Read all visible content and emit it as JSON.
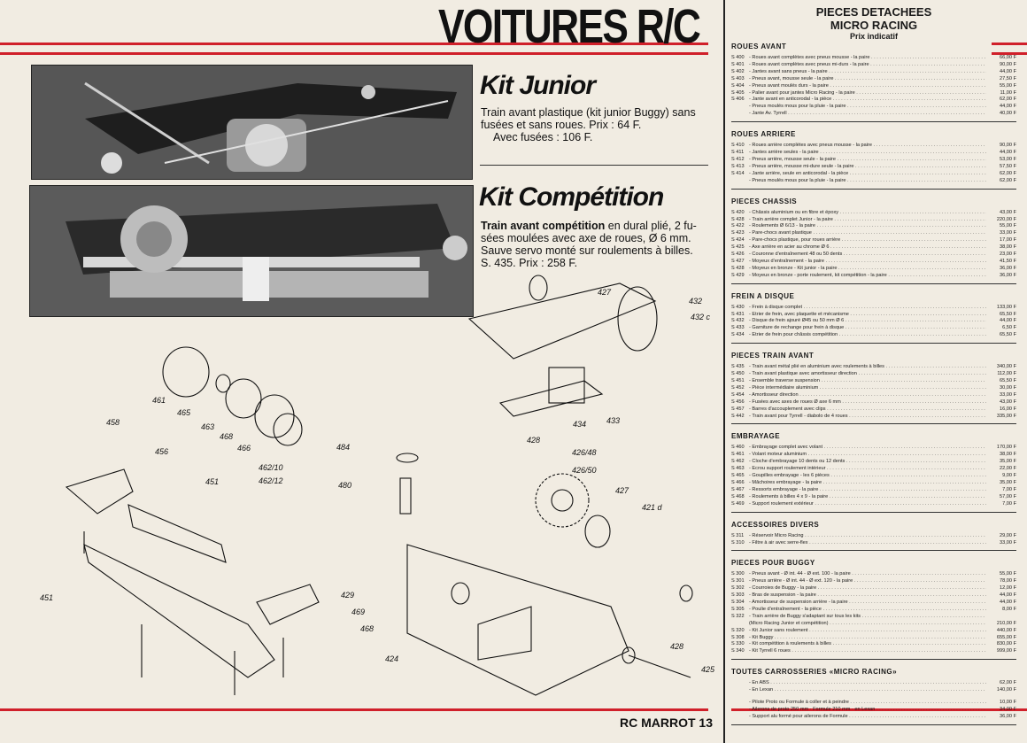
{
  "header": {
    "title": "VOITURES R/C"
  },
  "kit_junior": {
    "title": "Kit Junior",
    "line1": "Train avant plastique (kit junior Buggy) sans",
    "line2": "fusées et sans roues. Prix : 64 F.",
    "line3": "Avec fusées  : 106 F."
  },
  "kit_competition": {
    "title": "Kit Compétition",
    "lead": "Train avant compétition",
    "line1_rest": " en dural plié, 2 fu-",
    "line2": "sées moulées avec axe de roues, Ø 6 mm.",
    "line3": "Sauve servo monté sur roulements à billes.",
    "line4": "S. 435. Prix : 258 F."
  },
  "diagram_labels": [
    {
      "text": "427"
    },
    {
      "text": "432"
    },
    {
      "text": "432 c"
    },
    {
      "text": "461"
    },
    {
      "text": "465"
    },
    {
      "text": "463"
    },
    {
      "text": "468"
    },
    {
      "text": "466"
    },
    {
      "text": "462/10"
    },
    {
      "text": "462/12"
    },
    {
      "text": "458"
    },
    {
      "text": "456"
    },
    {
      "text": "451"
    },
    {
      "text": "451"
    },
    {
      "text": "484"
    },
    {
      "text": "480"
    },
    {
      "text": "428"
    },
    {
      "text": "426/48"
    },
    {
      "text": "426/50"
    },
    {
      "text": "427"
    },
    {
      "text": "421 d"
    },
    {
      "text": "434"
    },
    {
      "text": "433"
    },
    {
      "text": "429"
    },
    {
      "text": "469"
    },
    {
      "text": "468"
    },
    {
      "text": "424"
    },
    {
      "text": "428"
    },
    {
      "text": "425"
    }
  ],
  "footer": {
    "page": "RC MARROT 13"
  },
  "price_list": {
    "title1": "PIECES DETACHEES",
    "title2": "MICRO RACING",
    "subtitle": "Prix indicatif",
    "sections": [
      {
        "heading": "ROUES AVANT",
        "items": [
          {
            "ref": "S 400",
            "desc": "- Roues avant complètes avec pneus mousse - la paire",
            "price": "66,00 F"
          },
          {
            "ref": "S 401",
            "desc": "- Roues avant complètes avec pneus mi-durs - la paire",
            "price": "90,00 F"
          },
          {
            "ref": "S 402",
            "desc": "- Jantes avant sans pneus - la paire",
            "price": "44,00 F"
          },
          {
            "ref": "S 403",
            "desc": "- Pneus avant, mousse seule - la paire",
            "price": "27,50 F"
          },
          {
            "ref": "S 404",
            "desc": "- Pneus avant moulés durs - la paire",
            "price": "55,00 F"
          },
          {
            "ref": "S 405",
            "desc": "- Palier avant pour jantes Micro Racing - la paire",
            "price": "11,00 F"
          },
          {
            "ref": "S 406",
            "desc": "- Jante avant en anticorodal - la pièce",
            "price": "62,00 F"
          },
          {
            "ref": "",
            "desc": "- Pneus moulés mous pour la pluie - la paire",
            "price": "44,00 F"
          },
          {
            "ref": "",
            "desc": "- Jante Av. Tyrrell",
            "price": "40,00 F"
          }
        ]
      },
      {
        "heading": "ROUES ARRIERE",
        "items": [
          {
            "ref": "S 410",
            "desc": "- Roues arrière complètes avec pneus mousse - la paire",
            "price": "90,00 F"
          },
          {
            "ref": "S 411",
            "desc": "- Jantes arrière seules - la paire",
            "price": "44,00 F"
          },
          {
            "ref": "S 412",
            "desc": "- Pneus arrière, mousse seule - la paire",
            "price": "53,00 F"
          },
          {
            "ref": "S 413",
            "desc": "- Pneus arrière, mousse mi-dure seule - la paire",
            "price": "57,50 F"
          },
          {
            "ref": "S 414",
            "desc": "- Jante arrière, seule en anticorodal - la pièce",
            "price": "62,00 F"
          },
          {
            "ref": "",
            "desc": "- Pneus moulés mous pour la pluie - la paire",
            "price": "62,00 F"
          }
        ]
      },
      {
        "heading": "PIECES CHASSIS",
        "items": [
          {
            "ref": "S 420",
            "desc": "- Châssis aluminium ou en fibre et époxy",
            "price": "43,00 F"
          },
          {
            "ref": "S 428",
            "desc": "- Train arrière complet Junior - la paire",
            "price": "220,00 F"
          },
          {
            "ref": "S 422",
            "desc": "- Roulements Ø 6/13 - la paire",
            "price": "55,00 F"
          },
          {
            "ref": "S 423",
            "desc": "- Pare-chocs avant plastique",
            "price": "33,00 F"
          },
          {
            "ref": "S 424",
            "desc": "- Pare-chocs plastique, pour roues arrière",
            "price": "17,00 F"
          },
          {
            "ref": "S 425",
            "desc": "- Axe arrière en acier au chrome Ø 6",
            "price": "38,00 F"
          },
          {
            "ref": "S 426",
            "desc": "- Couronne d'entraînement 48 ou 50 dents",
            "price": "23,00 F"
          },
          {
            "ref": "S 427",
            "desc": "- Moyeux d'entraînement - la paire",
            "price": "41,50 F"
          },
          {
            "ref": "S 428",
            "desc": "- Moyeux en bronze - Kit junior - la paire",
            "price": "36,00 F"
          },
          {
            "ref": "S 429",
            "desc": "- Moyeux en bronze - porte roulement, kit compétition - la paire",
            "price": "36,00 F"
          }
        ]
      },
      {
        "heading": "FREIN A DISQUE",
        "items": [
          {
            "ref": "S 430",
            "desc": "- Frein à disque complet",
            "price": "133,00 F"
          },
          {
            "ref": "S 431",
            "desc": "- Etrier de frein, avec plaquette et mécanisme",
            "price": "65,50 F"
          },
          {
            "ref": "S 432",
            "desc": "- Disque de frein ajouré Ø45 ou 50 mm Ø 6",
            "price": "44,00 F"
          },
          {
            "ref": "S 433",
            "desc": "- Garniture de rechange pour frein à disque",
            "price": "6,50 F"
          },
          {
            "ref": "S 434",
            "desc": "- Etrier de frein pour châssis compétition",
            "price": "65,50 F"
          }
        ]
      },
      {
        "heading": "PIECES TRAIN AVANT",
        "items": [
          {
            "ref": "S 435",
            "desc": "- Train avant métal plié en aluminium avec roulements à billes",
            "price": "340,00 F"
          },
          {
            "ref": "S 450",
            "desc": "- Train avant plastique avec amortisseur direction",
            "price": "112,00 F"
          },
          {
            "ref": "S 451",
            "desc": "- Ensemble traverse suspension",
            "price": "65,50 F"
          },
          {
            "ref": "S 452",
            "desc": "- Pièce intermédiaire aluminium",
            "price": "30,00 F"
          },
          {
            "ref": "S 454",
            "desc": "- Amortisseur direction",
            "price": "33,00 F"
          },
          {
            "ref": "S 456",
            "desc": "- Fusées avec axes de roues Ø axe 6 mm",
            "price": "43,00 F"
          },
          {
            "ref": "S 457",
            "desc": "- Barres d'accouplement avec clips",
            "price": "16,00 F"
          },
          {
            "ref": "S 442",
            "desc": "- Train avant pour Tyrrell - diabolo de 4 roues",
            "price": "335,00 F"
          }
        ]
      },
      {
        "heading": "EMBRAYAGE",
        "items": [
          {
            "ref": "S 460",
            "desc": "- Embrayage complet avec volant",
            "price": "170,00 F"
          },
          {
            "ref": "S 461",
            "desc": "- Volant moteur aluminium",
            "price": "38,00 F"
          },
          {
            "ref": "S 462",
            "desc": "- Cloche d'embrayage 10 dents ou 12 dents",
            "price": "35,00 F"
          },
          {
            "ref": "S 463",
            "desc": "- Ecrou support roulement intérieur",
            "price": "22,00 F"
          },
          {
            "ref": "S 465",
            "desc": "- Goupilles embrayage - les 6 pièces",
            "price": "9,00 F"
          },
          {
            "ref": "S 466",
            "desc": "- Mâchoires embrayage - la paire",
            "price": "35,00 F"
          },
          {
            "ref": "S 467",
            "desc": "- Ressorts embrayage - la paire",
            "price": "7,00 F"
          },
          {
            "ref": "S 468",
            "desc": "- Roulements à billes 4 x 9 - la paire",
            "price": "57,00 F"
          },
          {
            "ref": "S 469",
            "desc": "- Support roulement extérieur",
            "price": "7,00 F"
          }
        ]
      },
      {
        "heading": "ACCESSOIRES DIVERS",
        "items": [
          {
            "ref": "S 311",
            "desc": "- Réservoir Micro Racing",
            "price": "29,00 F"
          },
          {
            "ref": "S 310",
            "desc": "- Filtre à air avec serre-flex",
            "price": "33,00 F"
          }
        ]
      },
      {
        "heading": "PIECES POUR BUGGY",
        "items": [
          {
            "ref": "S 300",
            "desc": "- Pneus avant - Ø int. 44 - Ø ext. 100 - la paire",
            "price": "55,00 F"
          },
          {
            "ref": "S 301",
            "desc": "- Pneus arrière - Ø int. 44 - Ø ext. 120 - la paire",
            "price": "78,00 F"
          },
          {
            "ref": "S 302",
            "desc": "- Courroies de Buggy - la paire",
            "price": "12,00 F"
          },
          {
            "ref": "S 303",
            "desc": "- Bras de suspension - la paire",
            "price": "44,00 F"
          },
          {
            "ref": "S 304",
            "desc": "- Amortisseur de suspension arrière - la paire",
            "price": "44,00 F"
          },
          {
            "ref": "S 305",
            "desc": "- Poulie d'entraînement - la pièce",
            "price": "8,00 F"
          },
          {
            "ref": "S 322",
            "desc": "- Train arrière de Buggy s'adaptant sur tous les kits",
            "price": ""
          },
          {
            "ref": "",
            "desc": "(Micro Racing Junior et compétition)",
            "price": "210,00 F"
          },
          {
            "ref": "S 320",
            "desc": "- Kit Junior sans roulement",
            "price": "440,00 F"
          },
          {
            "ref": "S 308",
            "desc": "- Kit Buggy",
            "price": "655,00 F"
          },
          {
            "ref": "S 330",
            "desc": "- Kit compétition à roulements à billes",
            "price": "830,00 F"
          },
          {
            "ref": "S 340",
            "desc": "- Kit Tyrrell 6 roues",
            "price": "999,00 F"
          }
        ]
      },
      {
        "heading": "TOUTES CARROSSERIES «MICRO RACING»",
        "items": [
          {
            "ref": "",
            "desc": "- En ABS",
            "price": "62,00 F"
          },
          {
            "ref": "",
            "desc": "- En Lexan",
            "price": "140,00 F"
          },
          {
            "ref": "",
            "desc": "",
            "price": ""
          },
          {
            "ref": "",
            "desc": "- Pilote Proto ou Formule à coller et à peindre",
            "price": "10,00 F"
          },
          {
            "ref": "",
            "desc": "- Ailerons de proto 250 mm · Formule 210 mm · en Lexan",
            "price": "34,00 F"
          },
          {
            "ref": "",
            "desc": "- Support alu formé pour ailerons de Formule",
            "price": "36,00 F"
          }
        ]
      }
    ]
  }
}
